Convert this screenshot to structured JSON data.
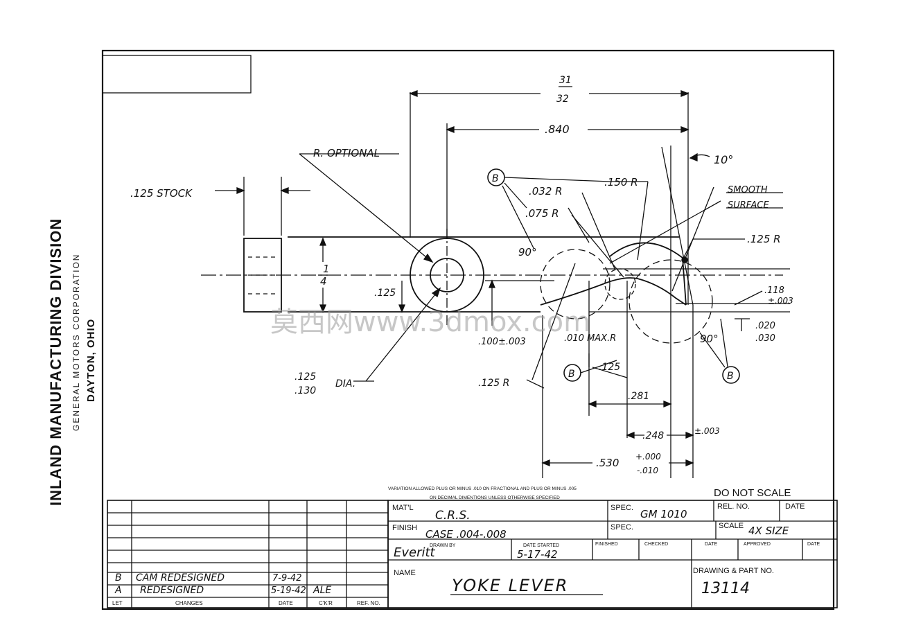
{
  "company": {
    "division": "INLAND MANUFACTURING DIVISION",
    "corporation": "GENERAL MOTORS CORPORATION",
    "location": "DAYTON, OHIO"
  },
  "dimensions": {
    "d_31": "31",
    "d_32": "32",
    "d_840": ".840",
    "r_optional": "R. OPTIONAL",
    "stock": ".125 STOCK",
    "deg_10": "10°",
    "r_150": ".150 R",
    "r_032": ".032 R",
    "r_075": ".075 R",
    "smooth1": "SMOOTH",
    "smooth2": "SURFACE",
    "r_125a": ".125 R",
    "deg_90a": "90°",
    "frac_1": "1",
    "frac_4": "4",
    "d_125v": ".125",
    "d_118": ".118",
    "d_118tol": "±.003",
    "d_100": ".100±.003",
    "r_010": ".010 MAX.R",
    "d_020": ".020",
    "d_030": ".030",
    "deg_90b": "90°",
    "dia_125": ".125",
    "dia_130": ".130",
    "dia_label": "DIA.",
    "r_125b": ".125 R",
    "d_125h": ".125",
    "d_281": ".281",
    "d_248": ".248",
    "tol_003": "±.003",
    "d_530": ".530",
    "tol_000": "+.000",
    "tol_010": "-.010",
    "balloon": "B"
  },
  "notes": {
    "variation1": "VARIATION ALLOWED PLUS OR MINUS .010 ON FRACTIONAL AND PLUS OR MINUS .005",
    "variation2": "ON DECIMAL DIMENTIONS UNLESS OTHERWISE SPECIFIED",
    "do_not_scale": "DO NOT SCALE"
  },
  "revisions": {
    "rows": [
      {
        "let": "B",
        "change": "CAM REDESIGNED",
        "date": "7-9-42",
        "ckr": ""
      },
      {
        "let": "A",
        "change": "REDESIGNED",
        "date": "5-19-42",
        "ckr": "ALE"
      }
    ],
    "headers": {
      "let": "LET",
      "changes": "CHANGES",
      "date": "DATE",
      "ckr": "C'K'R",
      "ref": "REF. NO."
    }
  },
  "title_block": {
    "matl_label": "MAT'L",
    "matl_value": "C.R.S.",
    "spec_label": "SPEC.",
    "spec_value": "GM 1010",
    "rel_label": "REL. NO.",
    "date_label": "DATE",
    "finish_label": "FINISH",
    "finish_value": "CASE .004-.008",
    "spec2_label": "SPEC.",
    "scale_label": "SCALE",
    "scale_value": "4X SIZE",
    "drawn_label": "DRAWN BY",
    "drawn_value": "Everitt",
    "date_started_label": "DATE STARTED",
    "date_started_value": "5-17-42",
    "finished_label": "FINISHED",
    "checked_label": "CHECKED",
    "date2_label": "DATE",
    "approved_label": "APPROVED",
    "date3_label": "DATE",
    "name_label": "NAME",
    "name_value": "YOKE LEVER",
    "part_label": "DRAWING & PART NO.",
    "part_value": "13114"
  },
  "watermark": "莫西网www.3dmox.com"
}
